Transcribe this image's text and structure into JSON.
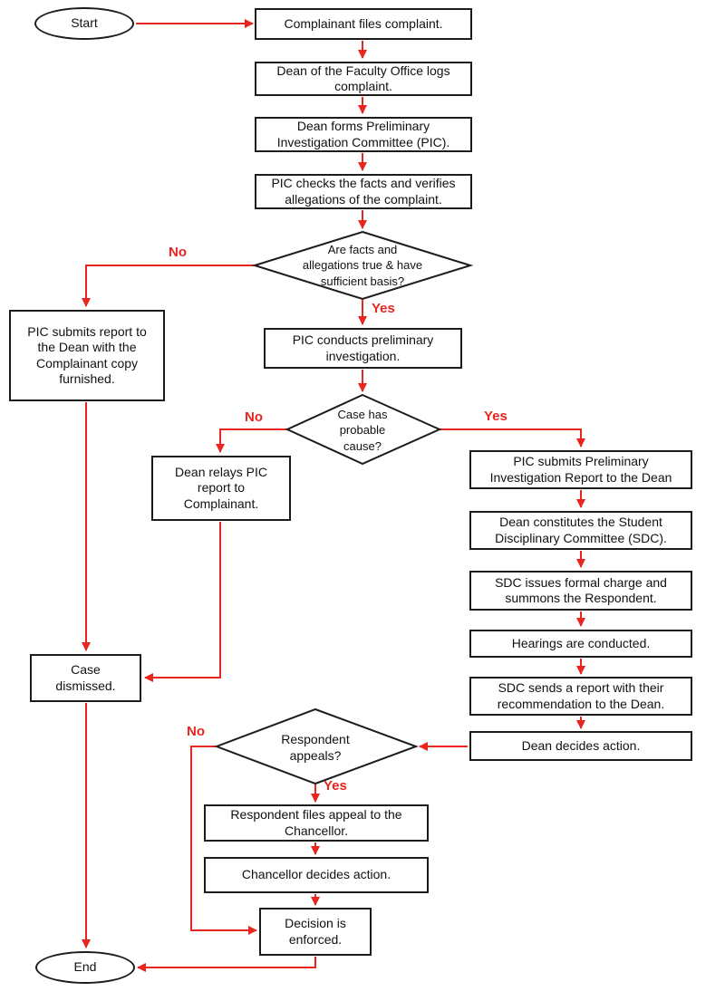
{
  "colors": {
    "arrow": "#e8251f",
    "border": "#1c1c1c",
    "text": "#111111",
    "background": "#ffffff"
  },
  "nodes": {
    "start": {
      "label": "Start",
      "type": "terminator"
    },
    "file_complaint": {
      "label": "Complainant files complaint.",
      "type": "process"
    },
    "log_complaint": {
      "label": "Dean of the Faculty Office logs complaint.",
      "type": "process"
    },
    "form_pic": {
      "label": "Dean forms Preliminary Investigation Committee (PIC).",
      "type": "process"
    },
    "check_facts": {
      "label": "PIC checks the facts and verifies allegations of the complaint.",
      "type": "process"
    },
    "facts_decision": {
      "label": "Are facts and allegations true & have sufficient basis?",
      "type": "decision"
    },
    "pic_report_dean": {
      "label": "PIC submits report to the Dean with the Complainant copy furnished.",
      "type": "process"
    },
    "prelim_investigation": {
      "label": "PIC conducts preliminary investigation.",
      "type": "process"
    },
    "probable_cause_decision": {
      "label": "Case has probable cause?",
      "type": "decision"
    },
    "relay_report": {
      "label": "Dean relays PIC report to Complainant.",
      "type": "process"
    },
    "submit_pir": {
      "label": "PIC submits Preliminary Investigation Report to the Dean",
      "type": "process"
    },
    "constitute_sdc": {
      "label": "Dean constitutes the Student Disciplinary Committee (SDC).",
      "type": "process"
    },
    "formal_charge": {
      "label": "SDC issues formal charge and summons the Respondent.",
      "type": "process"
    },
    "hearings": {
      "label": "Hearings are conducted.",
      "type": "process"
    },
    "sdc_report": {
      "label": "SDC sends a report with their recommendation to the Dean.",
      "type": "process"
    },
    "dean_action": {
      "label": "Dean decides action.",
      "type": "process"
    },
    "appeals_decision": {
      "label": "Respondent appeals?",
      "type": "decision"
    },
    "file_appeal": {
      "label": "Respondent files appeal to the Chancellor.",
      "type": "process"
    },
    "chancellor_action": {
      "label": "Chancellor decides action.",
      "type": "process"
    },
    "decision_enforced": {
      "label": "Decision is enforced.",
      "type": "process"
    },
    "case_dismissed": {
      "label": "Case dismissed.",
      "type": "process"
    },
    "end": {
      "label": "End",
      "type": "terminator"
    }
  },
  "edge_labels": {
    "facts_no": "No",
    "facts_yes": "Yes",
    "cause_no": "No",
    "cause_yes": "Yes",
    "appeals_no": "No",
    "appeals_yes": "Yes"
  }
}
